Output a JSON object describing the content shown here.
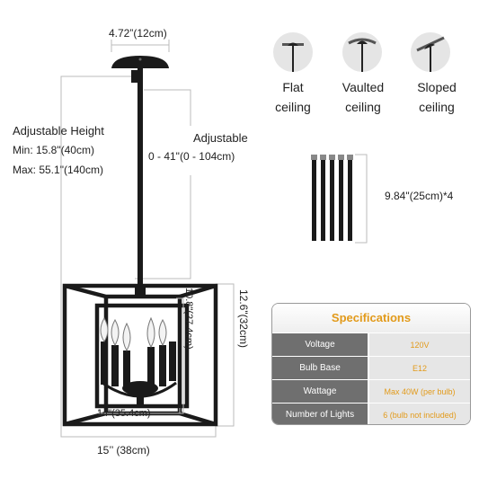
{
  "dimensions": {
    "canopy_width": "4.72”(12cm)",
    "height_title": "Adjustable Height",
    "height_min": "Min: 15.8\"(40cm)",
    "height_max": "Max: 55.1\"(140cm)",
    "rod_title": "Adjustable",
    "rod_range": "0 - 41\"(0 - 104cm)",
    "rod_length": "9.84\"(25cm)*4",
    "inner_height": "10.8\"(27.4cm)",
    "outer_height": "12.6\"(32cm)",
    "inner_width": "14\"(35.4cm)",
    "outer_width": "15’’  (38cm)"
  },
  "ceilings": [
    {
      "line1": "Flat",
      "line2": "ceiling",
      "icon": "flat-ceiling-icon"
    },
    {
      "line1": "Vaulted",
      "line2": "ceiling",
      "icon": "vaulted-ceiling-icon"
    },
    {
      "line1": "Sloped",
      "line2": "ceiling",
      "icon": "sloped-ceiling-icon"
    }
  ],
  "specs": {
    "title": "Specifications",
    "rows": [
      {
        "key": "Voltage",
        "value": "120V"
      },
      {
        "key": "Bulb Base",
        "value": "E12"
      },
      {
        "key": "Wattage",
        "value": "Max 40W (per bulb)"
      },
      {
        "key": "Number of Lights",
        "value": "6 (bulb not included)"
      }
    ]
  },
  "colors": {
    "accent": "#e29a1a",
    "table_key_bg": "#6f6f6f",
    "table_value_bg": "#e6e6e6",
    "fixture": "#1a1a1a"
  }
}
